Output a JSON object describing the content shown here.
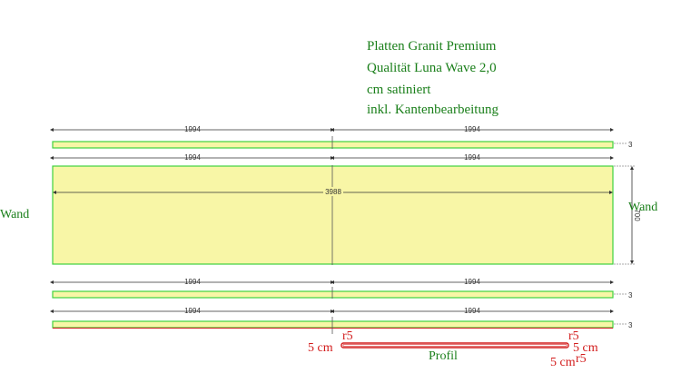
{
  "notes": {
    "line1": "Platten Granit Premium",
    "line2": "Qualität Luna Wave 2,0",
    "line3": "cm satiniert",
    "line4": "inkl. Kantenbearbeitung"
  },
  "walls": {
    "left": "Wand",
    "right": "Wand"
  },
  "slabs": [
    {
      "id": "strip-1",
      "segments": [
        "1994",
        "1994"
      ]
    },
    {
      "id": "main-slab",
      "segments": [
        "1994",
        "1994"
      ],
      "total": "3988",
      "depth": "700"
    },
    {
      "id": "strip-2",
      "segments": [
        "1994",
        "1994"
      ]
    },
    {
      "id": "strip-3",
      "segments": [
        "1994",
        "1994"
      ]
    }
  ],
  "profile": {
    "label": "Profil",
    "radius_left": "r5",
    "radius_right_top": "r5",
    "radius_right_bottom": "r5",
    "height_left": "5 cm",
    "height_right": "5 cm",
    "height_bottom": "5 cm"
  },
  "colors": {
    "slab_fill": "#f8f6a6",
    "slab_edge": "#3fd23f",
    "profile": "#d21b1b",
    "text_green": "#1a7f1a"
  }
}
